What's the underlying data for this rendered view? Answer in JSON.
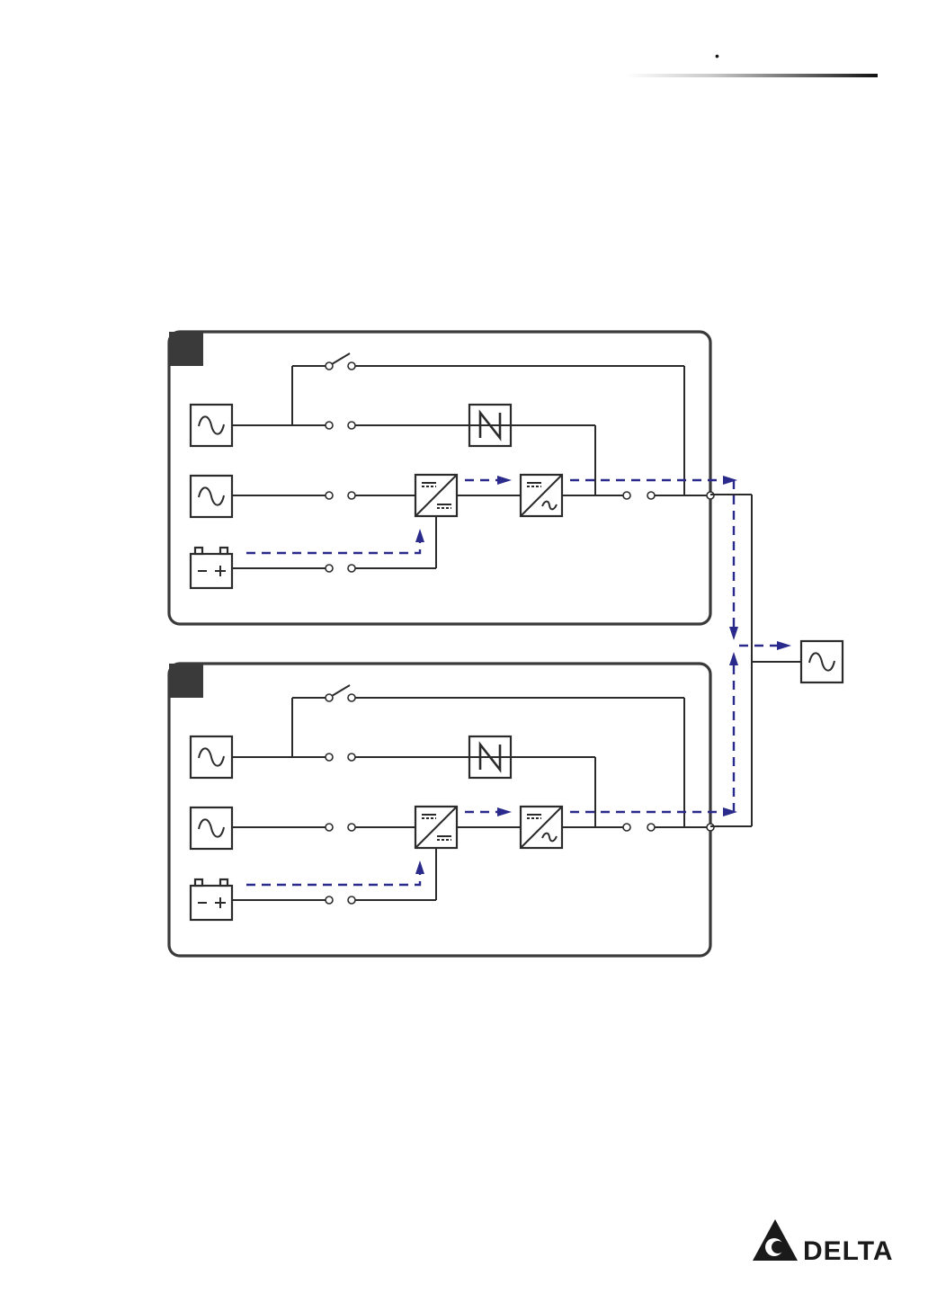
{
  "header": {
    "dot": "•"
  },
  "brand": {
    "name": "DELTA",
    "logo_icon": "delta-triangle-logo"
  },
  "colors": {
    "flow": "#2a2a8c",
    "line": "#2b2b2b",
    "frame": "#3a3a3a"
  },
  "diagram": {
    "modules": [
      {
        "id": "ups-module-1",
        "tag": ""
      },
      {
        "id": "ups-module-2",
        "tag": ""
      }
    ],
    "components": {
      "ac_source": "ac-source-icon",
      "battery": "battery-icon",
      "static_switch": "static-switch-icon",
      "rectifier": "ac-dc-rectifier-icon",
      "inverter": "dc-ac-inverter-icon",
      "manual_bypass": "manual-bypass-switch-icon",
      "load": "load-icon"
    },
    "battery_symbol": "− +"
  }
}
